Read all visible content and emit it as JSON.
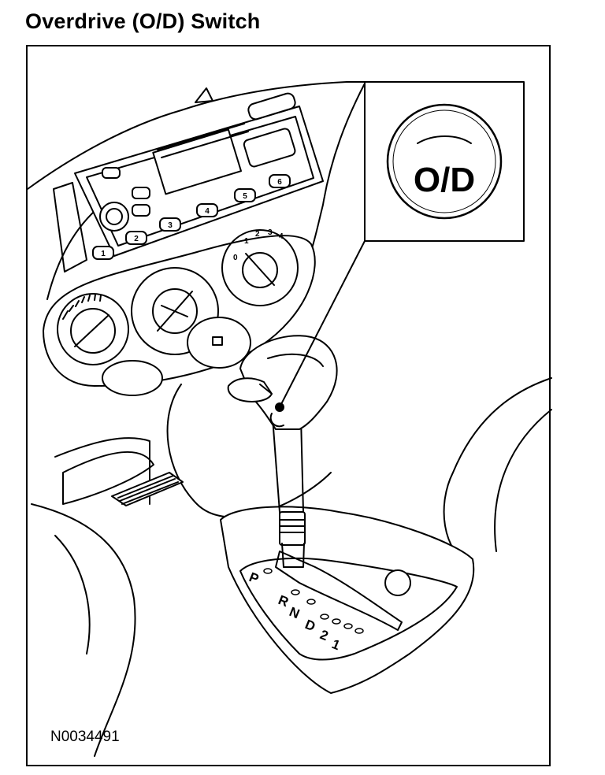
{
  "title": "Overdrive (O/D) Switch",
  "callout": {
    "label": "O/D"
  },
  "figure_id": "N0034491",
  "shifter": {
    "gates": [
      "P",
      "R",
      "N",
      "D",
      "2",
      "1"
    ]
  },
  "climate": {
    "fan_speeds": [
      "0",
      "1",
      "2",
      "3",
      "4"
    ]
  },
  "radio": {
    "presets": [
      "1",
      "2",
      "3",
      "4",
      "5",
      "6"
    ]
  }
}
